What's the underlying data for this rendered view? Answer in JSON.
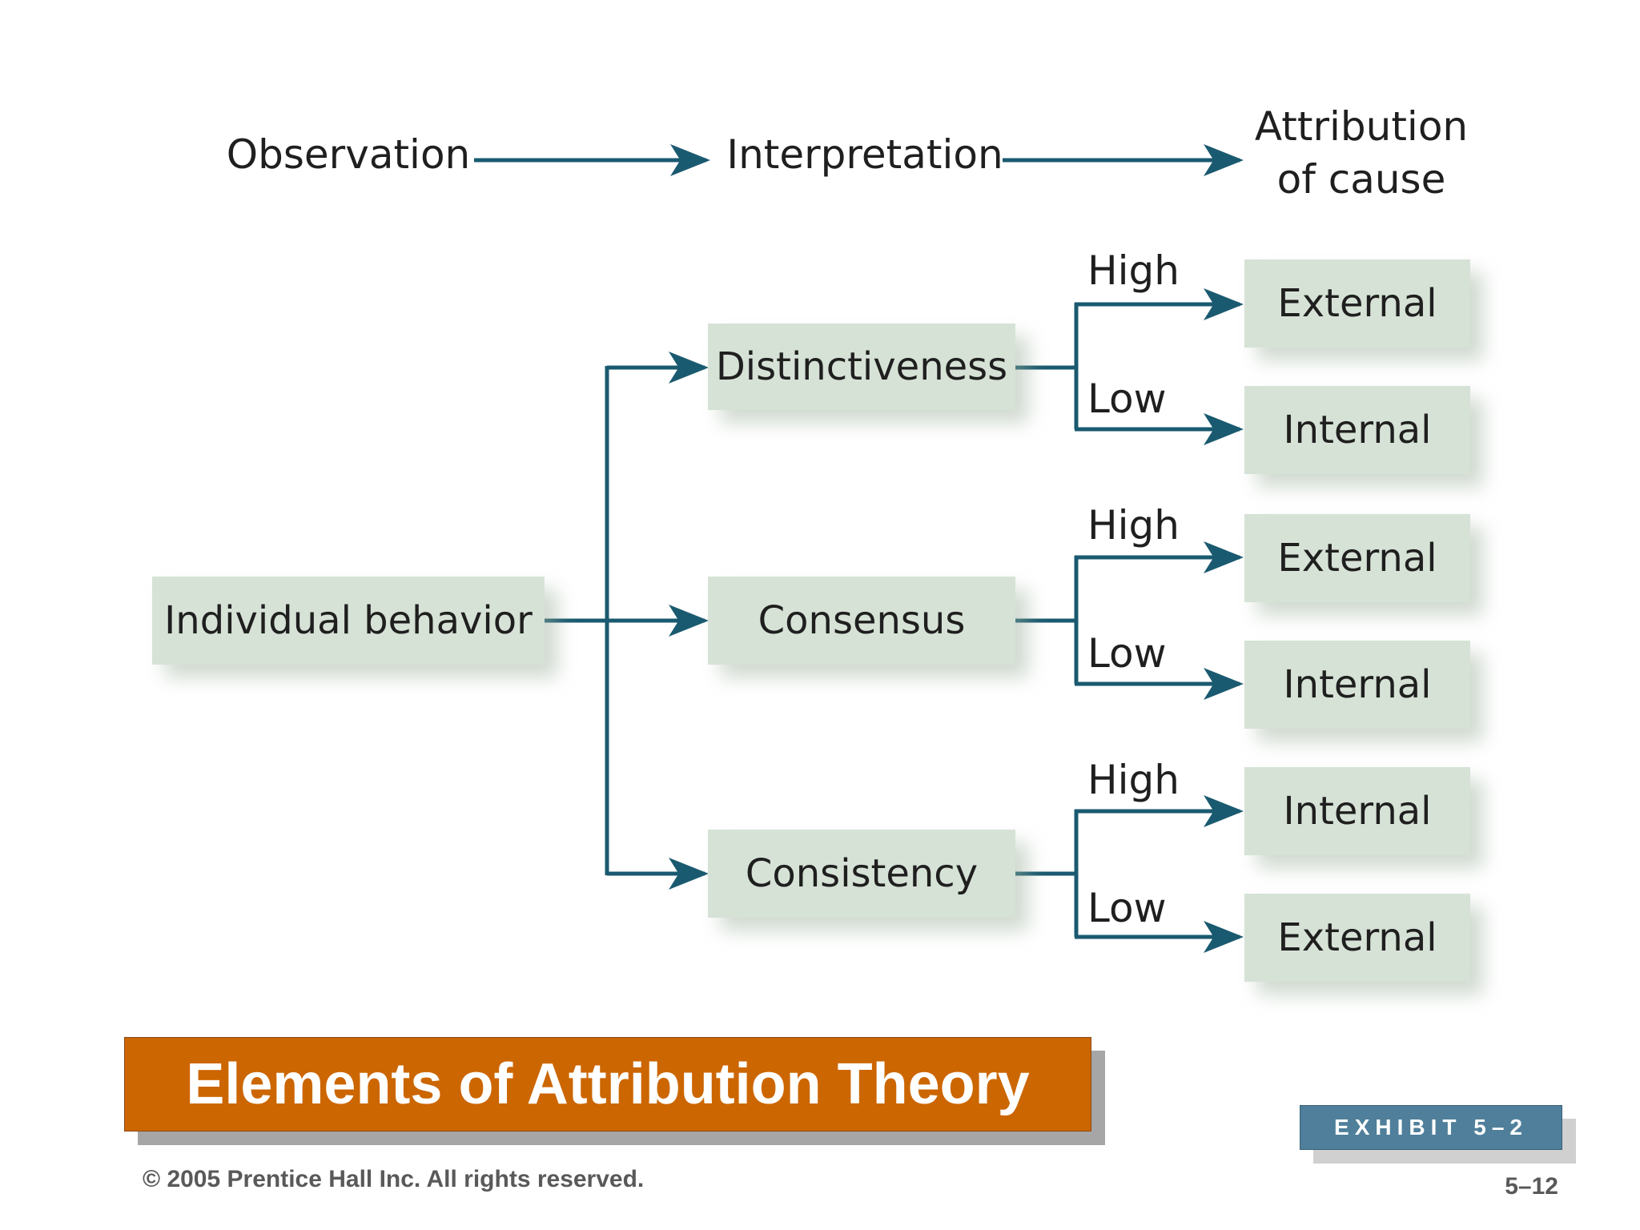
{
  "headers": {
    "observation": "Observation",
    "interpretation": "Interpretation",
    "attribution_line1": "Attribution",
    "attribution_line2": "of cause"
  },
  "root": {
    "label": "Individual behavior"
  },
  "factors": [
    {
      "label": "Distinctiveness",
      "high_label": "High",
      "high_result": "External",
      "low_label": "Low",
      "low_result": "Internal"
    },
    {
      "label": "Consensus",
      "high_label": "High",
      "high_result": "External",
      "low_label": "Low",
      "low_result": "Internal"
    },
    {
      "label": "Consistency",
      "high_label": "High",
      "high_result": "Internal",
      "low_label": "Low",
      "low_result": "External"
    }
  ],
  "title": "Elements of Attribution Theory",
  "exhibit": "EXHIBIT 5–2",
  "copyright": "© 2005 Prentice Hall Inc. All rights reserved.",
  "page_number": "5–12",
  "colors": {
    "arrow": "#1a5a70",
    "box_fill": "#d6e2d6",
    "title_bar": "#cc6600",
    "exhibit_badge": "#4f7f9a"
  }
}
